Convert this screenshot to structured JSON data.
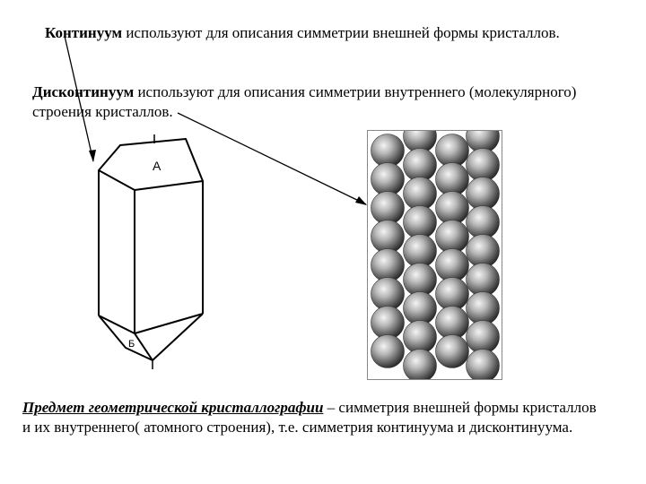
{
  "paragraph1": {
    "term": "Континуум",
    "rest": " используют для описания симметрии внешней формы кристаллов."
  },
  "paragraph2": {
    "term": "Дисконтинуум",
    "rest": " используют для описания симметрии внутреннего (молекулярного) строения кристаллов."
  },
  "paragraph3": {
    "subject": "Предмет геометрической кристаллографии",
    "rest": " – симметрия внешней формы кристаллов и их внутреннего( атомного строения), т.е. симметрия континуума и дисконтинуума."
  },
  "crystal_labels": {
    "face_top": "A",
    "face_bottom": "Б"
  }
}
